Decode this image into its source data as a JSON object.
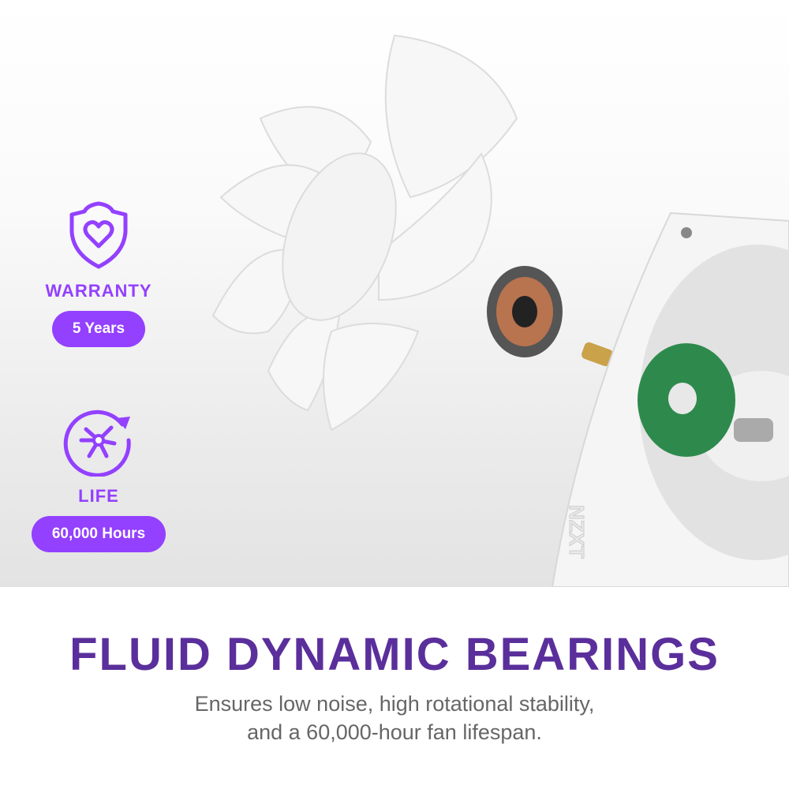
{
  "stats": [
    {
      "icon": "shield-heart-icon",
      "label": "WARRANTY",
      "value": "5 Years"
    },
    {
      "icon": "fan-cycle-icon",
      "label": "LIFE",
      "value": "60,000 Hours"
    }
  ],
  "headline": "FLUID DYNAMIC BEARINGS",
  "description_line1": "Ensures low noise, high rotational stability,",
  "description_line2": "and a 60,000-hour fan lifespan.",
  "logo_text": "NZXT",
  "colors": {
    "accent": "#9340ff",
    "headline": "#5a2f9b",
    "text": "#666666"
  }
}
